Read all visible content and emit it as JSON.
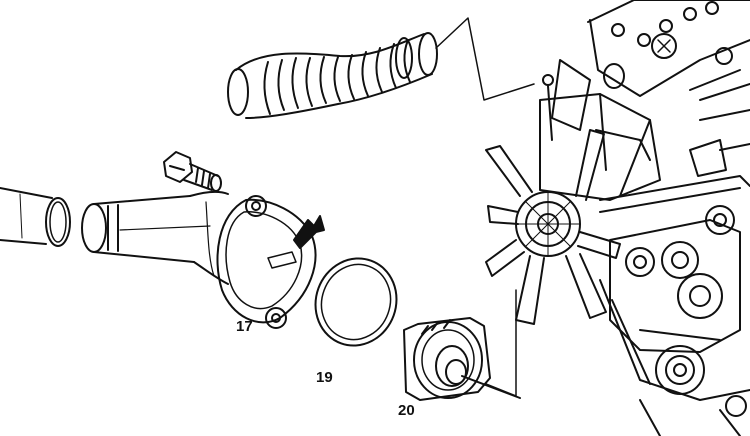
{
  "callouts": {
    "part_17": "17",
    "part_19": "19",
    "part_20": "20"
  },
  "style": {
    "line_color": "#111111",
    "background": "#ffffff"
  }
}
